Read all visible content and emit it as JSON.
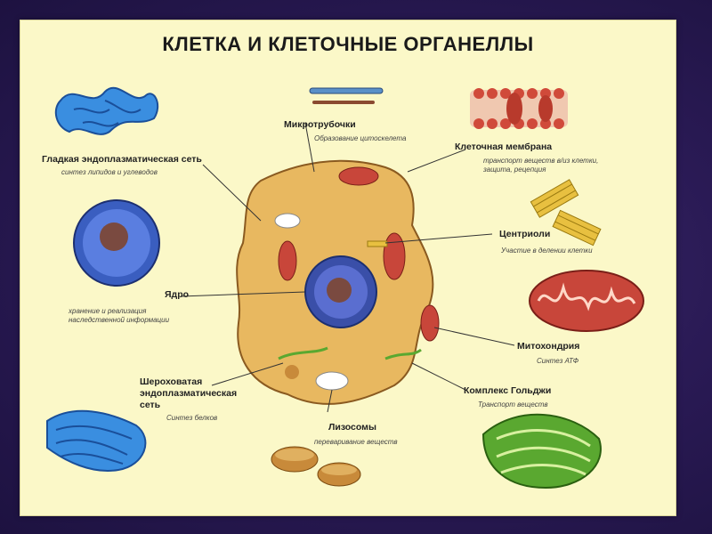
{
  "title": "КЛЕТКА И КЛЕТОЧНЫЕ ОРГАНЕЛЛЫ",
  "organelles": {
    "smooth_er": {
      "label": "Гладкая эндоплазматическая сеть",
      "desc": "синтез липидов и углеводов"
    },
    "microtubules": {
      "label": "Микротрубочки",
      "desc": "Образование цитоскелета"
    },
    "membrane": {
      "label": "Клеточная мембрана",
      "desc_line1": "транспорт веществ в/из клетки,",
      "desc_line2": "защита, рецепция"
    },
    "centrioles": {
      "label": "Центриоли",
      "desc": "Участие в делении клетки"
    },
    "nucleus": {
      "label": "Ядро",
      "desc_line1": "хранение и реализация",
      "desc_line2": "наследственной информации"
    },
    "mitochondria": {
      "label": "Митохондрия",
      "desc": "Синтез АТФ"
    },
    "rough_er": {
      "label_line1": "Шероховатая",
      "label_line2": "эндоплазматическая",
      "label_line3": "сеть",
      "desc": "Синтез белков"
    },
    "golgi": {
      "label": "Комплекс Гольджи",
      "desc": "Транспорт веществ"
    },
    "lysosomes": {
      "label": "Лизосомы",
      "desc": "переваривание веществ"
    }
  },
  "colors": {
    "background": "#fbf8c8",
    "cell": "#e8b860",
    "nucleus": "#3a4fa8",
    "mitochondria": "#c8463a",
    "er_blue": "#2c7fd0",
    "golgi_green": "#5aa830"
  }
}
